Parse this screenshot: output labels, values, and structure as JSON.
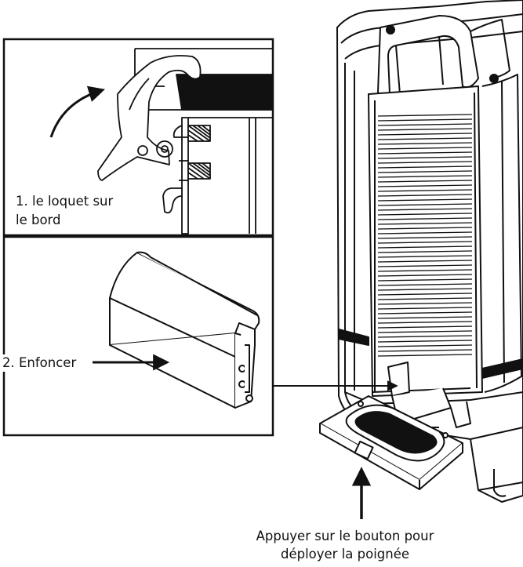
{
  "labels": {
    "step1_line1": "1. le loquet sur",
    "step1_line2": "le bord",
    "step2": "2. Enfoncer",
    "caption_line1": "Appuyer sur le bouton pour",
    "caption_line2": "déployer la poignée"
  }
}
